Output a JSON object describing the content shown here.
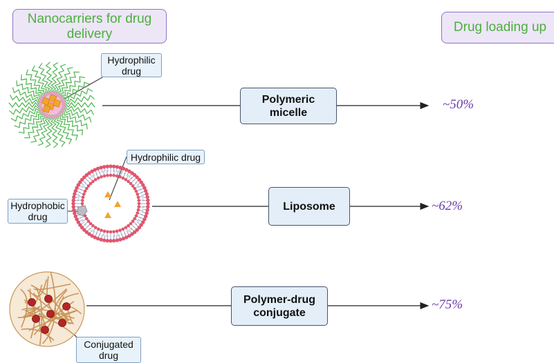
{
  "headers": {
    "left": "Nanocarriers for drug delivery",
    "right": "Drug loading up"
  },
  "rows": [
    {
      "name": "Polymeric micelle",
      "loading": "~50%"
    },
    {
      "name": "Liposome",
      "loading": "~62%"
    },
    {
      "name": "Polymer-drug conjugate",
      "loading": "~75%"
    }
  ],
  "callouts": {
    "micelle_drug": "Hydrophilic drug",
    "liposome_hydrophilic": "Hydrophilic drug",
    "liposome_hydrophobic": "Hydrophobic drug",
    "conjugate_drug": "Conjugated drug"
  },
  "colors": {
    "header_fill": "#ede6f7",
    "header_border": "#8f72c4",
    "header_text": "#4caf3e",
    "box_fill": "#e3eef8",
    "percent_text": "#6a3aa8",
    "lipid_head": "#e0566e",
    "drug_orange": "#f2a431",
    "polymer_tan": "#c9955a",
    "conjugate_red": "#b52525",
    "micelle_tail": "#59b85a"
  }
}
